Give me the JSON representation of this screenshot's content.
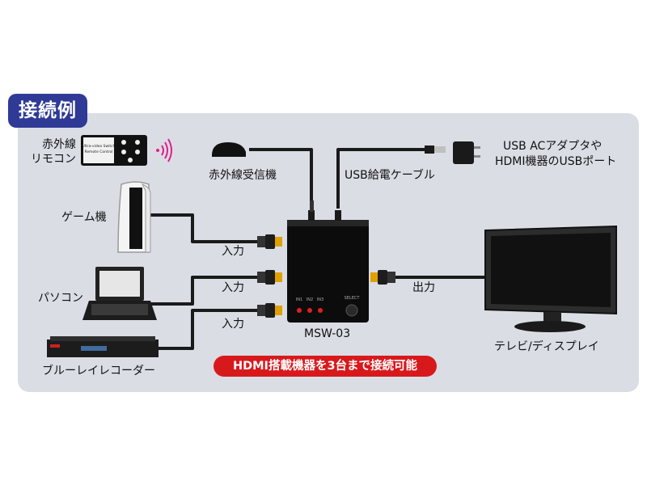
{
  "section_title": "接続例",
  "devices": {
    "remote_label_line1": "赤外線",
    "remote_label_line2": "リモコン",
    "remote_face_text_line1": "Ultra-video Switch",
    "remote_face_text_line2": "Remote Control",
    "receiver_label": "赤外線受信機",
    "usb_cable_label": "USB給電ケーブル",
    "usb_source_line1": "USB ACアダプタや",
    "usb_source_line2": "HDMI機器のUSBポート",
    "game_label": "ゲーム機",
    "pc_label": "パソコン",
    "recorder_label": "ブルーレイレコーダー",
    "tv_label": "テレビ/ディスプレイ"
  },
  "ports": {
    "input1_label": "入力",
    "input2_label": "入力",
    "input3_label": "入力",
    "output_label": "出力"
  },
  "switch": {
    "model": "MSW-03",
    "led_labels": [
      "IN1",
      "IN2",
      "IN3"
    ],
    "button_label": "SELECT"
  },
  "banner_text": "HDMI搭載機器を3台まで接続可能",
  "colors": {
    "panel": "#dadde4",
    "title_tab": "#2f3a96",
    "banner": "#d8191c",
    "hdmi_plug_gold": "#e0a000",
    "led_red": "#e02020",
    "signal_pink": "#e0208a"
  }
}
